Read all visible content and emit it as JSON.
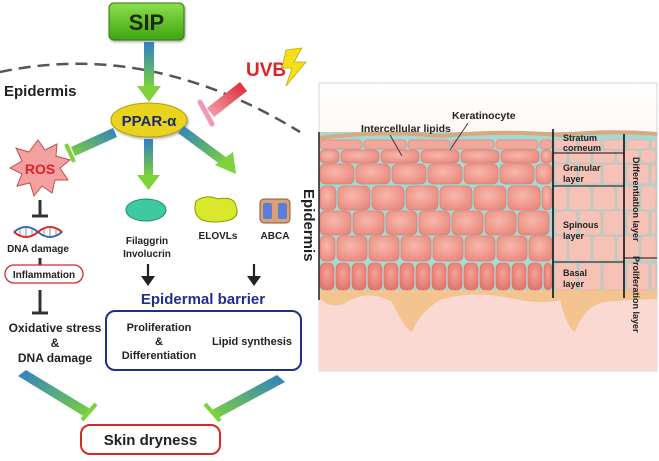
{
  "pathway": {
    "sip": "SIP",
    "uvb": "UVB",
    "epidermis_label": "Epidermis",
    "ppar": "PPAR-α",
    "ros": "ROS",
    "dna_damage": "DNA damage",
    "inflammation": "Inflammation",
    "oxidative_line1": "Oxidative stress",
    "oxidative_line2": "&",
    "oxidative_line3": "DNA damage",
    "filaggrin": "Filaggrin",
    "involucrin": "Involucrin",
    "elovls": "ELOVLs",
    "abca": "ABCA",
    "barrier_title": "Epidermal barrier",
    "prolif_line1": "Proliferation",
    "prolif_line2": "&",
    "prolif_line3": "Differentiation",
    "lipid_synthesis": "Lipid synthesis",
    "skin_dryness": "Skin dryness"
  },
  "skin": {
    "epidermis_vertical": "Epidermis",
    "intercellular_lipids": "Intercellular lipids",
    "keratinocyte": "Keratinocyte",
    "layers": {
      "stratum_line1": "Stratum",
      "stratum_line2": "corneum",
      "granular_line1": "Granular",
      "granular_line2": "layer",
      "spinous_line1": "Spinous",
      "spinous_line2": "layer",
      "basal_line1": "Basal",
      "basal_line2": "layer"
    },
    "differentiation_layer": "Differentiation layer",
    "proliferation_layer": "Proliferation layer"
  },
  "colors": {
    "sip_green": "#5cc425",
    "ppar_yellow": "#e8d21e",
    "ros_red": "#e8202a",
    "barrier_blue": "#1e2f8c",
    "dryness_red": "#d42a2a",
    "cell_pink": "#f0968c",
    "lipid_teal": "#a9d6cf"
  },
  "icons": [
    "lightning-icon",
    "dna-icon",
    "filaggrin-blob-icon",
    "elovls-blob-icon",
    "abca-protein-icon"
  ]
}
